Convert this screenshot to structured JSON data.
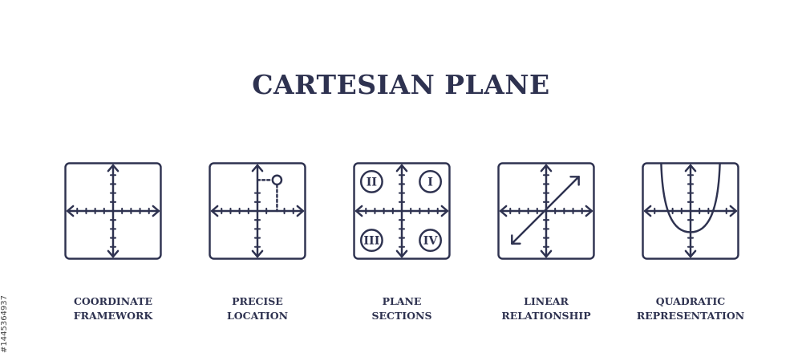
{
  "title": "CARTESIAN PLANE",
  "colors": {
    "ink": "#2e3250",
    "background": "#ffffff"
  },
  "items": [
    {
      "icon": "coordinate-axes-icon",
      "line1": "COORDINATE",
      "line2": "FRAMEWORK"
    },
    {
      "icon": "point-location-icon",
      "line1": "PRECISE",
      "line2": "LOCATION"
    },
    {
      "icon": "quadrants-icon",
      "line1": "PLANE",
      "line2": "SECTIONS",
      "quadrants": [
        "II",
        "I",
        "III",
        "IV"
      ]
    },
    {
      "icon": "linear-graph-icon",
      "line1": "LINEAR",
      "line2": "RELATIONSHIP"
    },
    {
      "icon": "parabola-graph-icon",
      "line1": "QUADRATIC",
      "line2": "REPRESENTATION"
    }
  ],
  "stock_id": "#1445364937"
}
